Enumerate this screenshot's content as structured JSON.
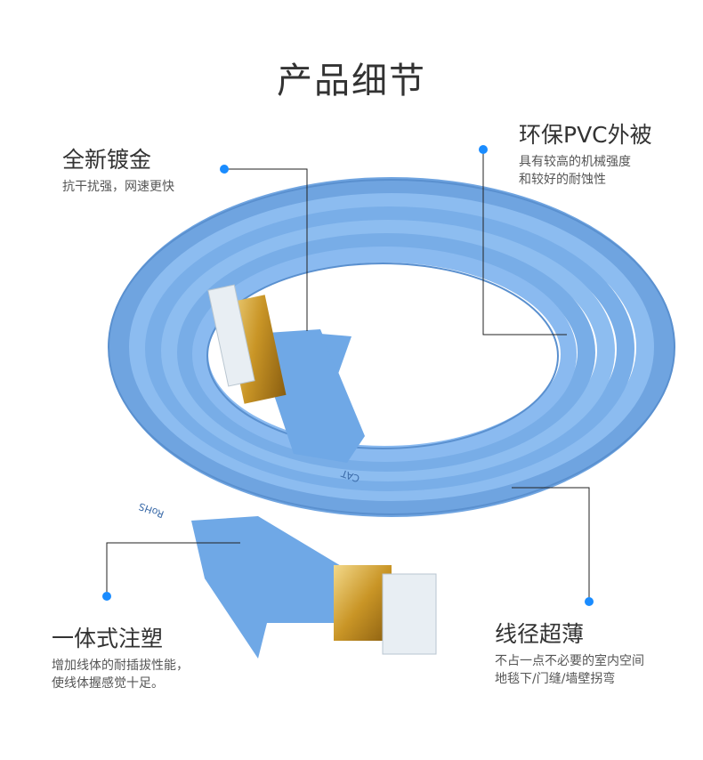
{
  "page_title": "产品细节",
  "colors": {
    "cable": "#7eb2ea",
    "accent_dot": "#1a8cff",
    "gold": "#d8a93a"
  },
  "cable_print": [
    "RoHS",
    "CAT"
  ],
  "features": [
    {
      "title": "全新镀金",
      "lines": [
        "抗干扰强，网速更快"
      ]
    },
    {
      "title": "环保PVC外被",
      "lines": [
        "具有较高的机械强度",
        "和较好的耐蚀性"
      ]
    },
    {
      "title": "一体式注塑",
      "lines": [
        "增加线体的耐插拔性能，",
        "使线体握感觉十足。"
      ]
    },
    {
      "title": "线径超薄",
      "lines": [
        "不占一点不必要的室内空间",
        "地毯下/门缝/墙壁拐弯"
      ]
    }
  ]
}
